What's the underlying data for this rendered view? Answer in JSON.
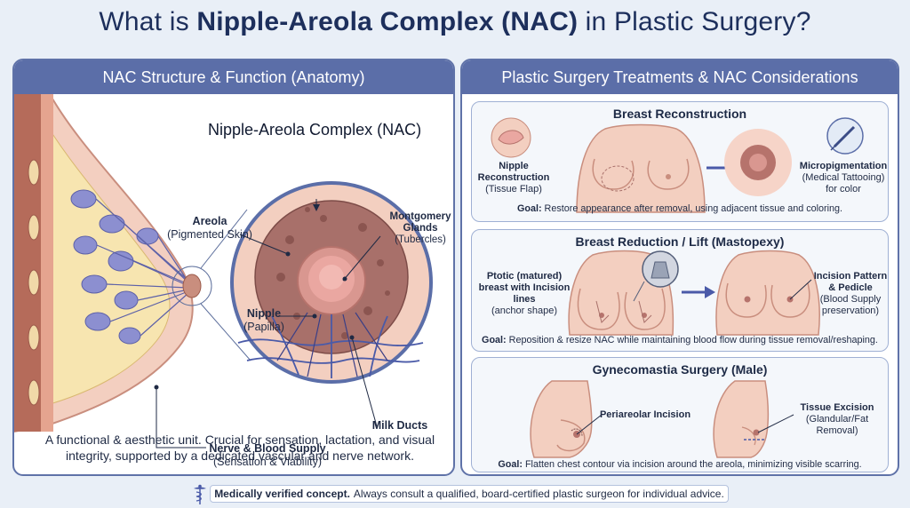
{
  "title": {
    "prefix": "What is ",
    "bold": "Nipple-Areola Complex (NAC)",
    "suffix": " in Plastic Surgery?"
  },
  "left_panel": {
    "heading": "NAC Structure & Function (Anatomy)",
    "nac_title": "Nipple-Areola Complex (NAC)",
    "labels": {
      "areola": "Areola",
      "areola_sub": "(Pigmented Skin)",
      "montgomery": "Montgomery Glands",
      "montgomery_sub": "(Tubercles)",
      "nipple": "Nipple",
      "nipple_sub": "(Papilla)",
      "nerve": "Nerve & Blood Supply",
      "nerve_sub": "(Sensation & Viability)",
      "milk": "Milk Ducts"
    },
    "summary": "A functional & aesthetic unit. Crucial for sensation, lactation, and visual integrity, supported by a dedicated vascular and nerve network."
  },
  "right_panel": {
    "heading": "Plastic Surgery Treatments & NAC Considerations",
    "reconstruction": {
      "title": "Breast Reconstruction",
      "left_label": "Nipple Reconstruction",
      "left_sub": "(Tissue Flap)",
      "right_label": "Micropigmentation",
      "right_sub": "(Medical Tattooing) for color",
      "goal_label": "Goal:",
      "goal_text": " Restore appearance after removal, using adjacent tissue and coloring."
    },
    "reduction": {
      "title": "Breast Reduction / Lift (Mastopexy)",
      "left_label": "Ptotic (matured) breast with Incision lines",
      "left_sub": "(anchor shape)",
      "right_label": "Incision Pattern & Pedicle",
      "right_sub": "(Blood Supply preservation)",
      "goal_label": "Goal:",
      "goal_text": " Reposition & resize NAC while maintaining blood flow during tissue removal/reshaping."
    },
    "gynecomastia": {
      "title": "Gynecomastia Surgery (Male)",
      "left_label": "Periareolar Incision",
      "right_label": "Tissue Excision",
      "right_sub": "(Glandular/Fat Removal)",
      "goal_label": "Goal:",
      "goal_text": " Flatten chest contour via incision around the areola, minimizing visible scarring."
    }
  },
  "footer": {
    "bold": "Medically verified concept.",
    "text": "Always consult a qualified, board-certified plastic surgeon for individual advice."
  },
  "colors": {
    "panel_header": "#5b6ea8",
    "skin": "#f3cfc0",
    "areola": "#a8706a",
    "vessel_blue": "#4a5aa8",
    "gland_purple": "#8c8fd0"
  }
}
